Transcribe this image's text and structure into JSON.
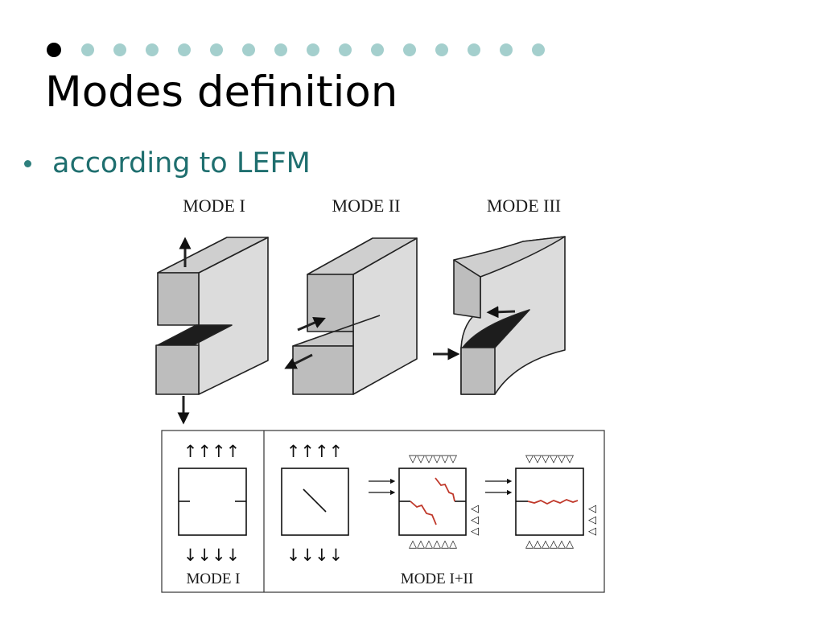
{
  "slide": {
    "title": "Modes definition",
    "bullet": "according to LEFM"
  },
  "figure": {
    "top_labels": [
      "MODE I",
      "MODE II",
      "MODE III"
    ],
    "panel_left_label": "MODE I",
    "panel_right_label": "MODE I+II",
    "up_arrows": "↑↑↑↑",
    "down_arrows": "↓↓↓↓",
    "supports_top": "▽▽▽▽▽▽",
    "supports_bottom": "△△△△△△",
    "supports_side": "◁◁◁"
  },
  "colors": {
    "dot_accent": "#a4cfcd",
    "bullet_text": "#1f6f6f",
    "block_face": "#d9d9d9",
    "block_front": "#bdbdbd",
    "crack_red": "#c0392b"
  }
}
